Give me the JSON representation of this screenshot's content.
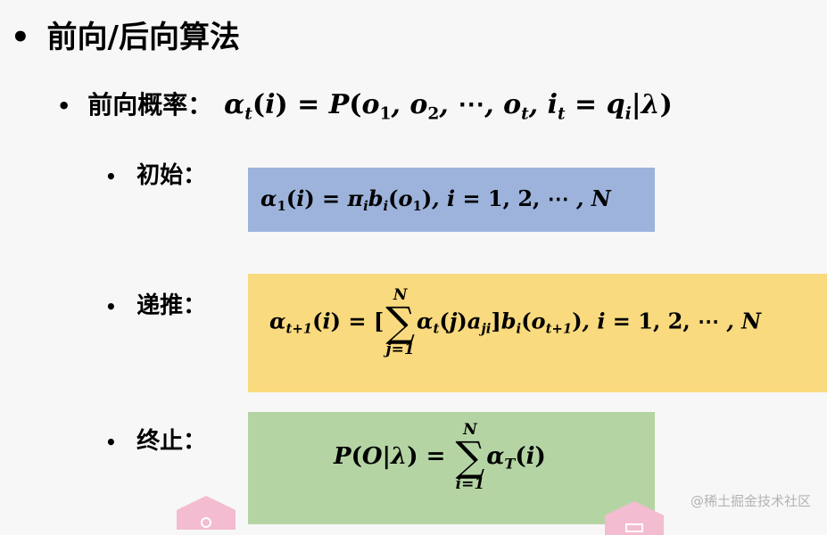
{
  "heading": {
    "bullet": "•",
    "text": "前向/后向算法"
  },
  "forward_prob": {
    "bullet": "•",
    "label": "前向概率：",
    "formula": "α_t(i) = P(o_1, o_2, ⋯, o_t, i_t = q_i | λ)"
  },
  "steps": [
    {
      "bullet": "•",
      "label": "初始：",
      "formula": "α_1(i) = π_i b_i(o_1), i = 1,2,⋯,N",
      "box_color": "#9db3db"
    },
    {
      "bullet": "•",
      "label": "递推：",
      "formula": "α_{t+1}(i) = [ Σ_{j=1}^{N} α_t(j) a_{ji} ] b_i(o_{t+1}), i = 1,2,⋯,N",
      "sum_upper": "N",
      "sum_lower": "j=1",
      "box_color": "#f9da7e"
    },
    {
      "bullet": "•",
      "label": "终止：",
      "formula": "P(O|λ) = Σ_{i=1}^{N} α_T(i)",
      "sum_upper": "N",
      "sum_lower": "i=1",
      "box_color": "#b5d4a4"
    }
  ],
  "watermark": "@稀土掘金技术社区"
}
